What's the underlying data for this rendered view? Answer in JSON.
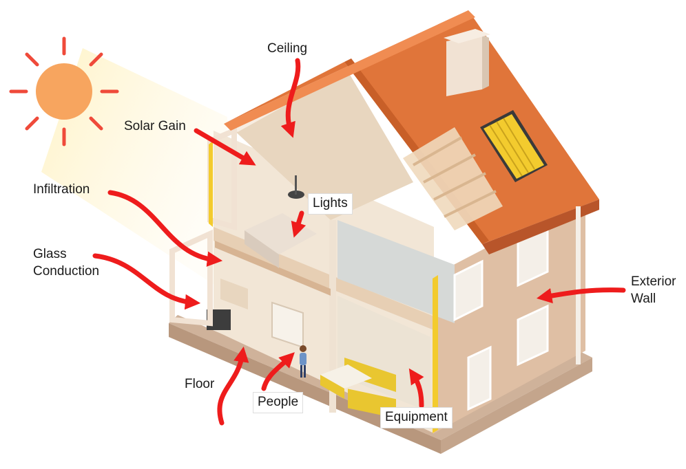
{
  "labels": {
    "ceiling": "Ceiling",
    "solar_gain": "Solar Gain",
    "infiltration": "Infiltration",
    "glass_line1": "Glass",
    "glass_line2": "Conduction",
    "lights": "Lights",
    "exterior_line1": "Exterior",
    "exterior_line2": "Wall",
    "floor": "Floor",
    "people": "People",
    "equipment": "Equipment"
  },
  "colors": {
    "arrow": "#ee1c1c",
    "sun": "#f7a55f",
    "sun_ray": "#ef4a3a",
    "roof": "#e0753a",
    "wall": "#dfbfa4",
    "trim": "#f1e2d3",
    "solar_panel": "#f3cb2e",
    "interior": "#f2e6d6"
  },
  "icons": [
    "sun-icon",
    "house-cutaway-illustration",
    "solar-panel-icon",
    "chimney-icon",
    "person-icon"
  ]
}
